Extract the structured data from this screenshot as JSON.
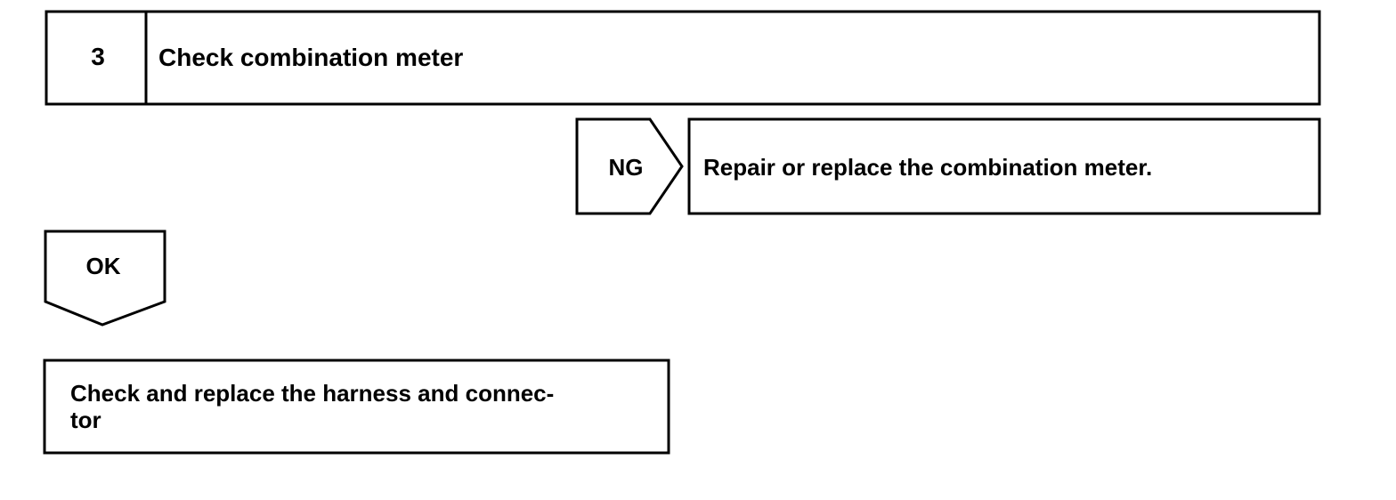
{
  "step": {
    "number": "3",
    "title": "Check combination meter"
  },
  "ng_branch": {
    "label": "NG",
    "action": "Repair or replace the combination meter."
  },
  "ok_branch": {
    "label": "OK"
  },
  "result": {
    "line1": "Check and replace the harness and connec-",
    "line2": "tor"
  }
}
